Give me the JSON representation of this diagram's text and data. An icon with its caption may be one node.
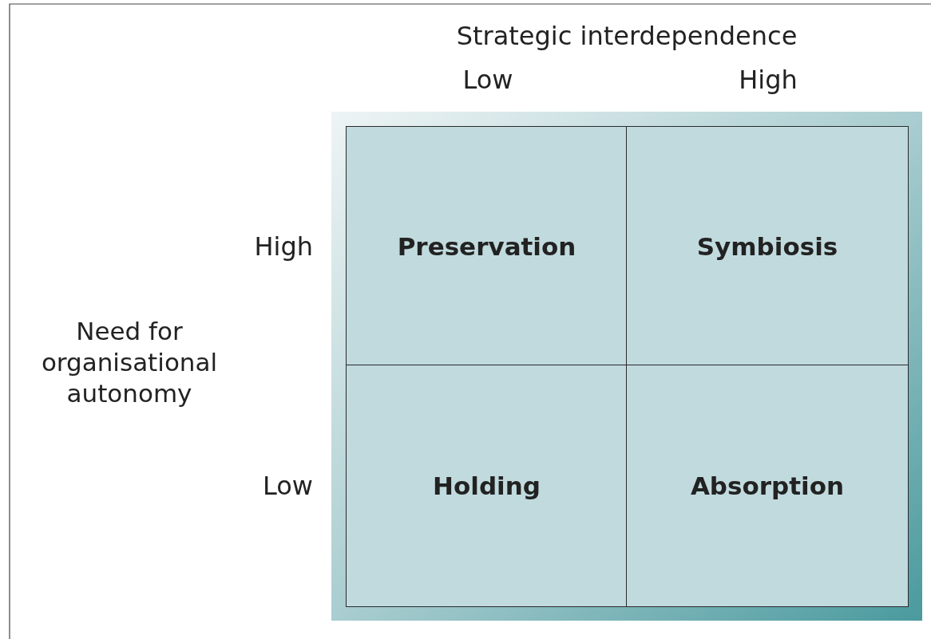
{
  "diagram": {
    "nodes": [
      {
        "text": [
          "Preservation"
        ]
      },
      {
        "text": [
          "Symbiosis"
        ]
      },
      {
        "text": [
          "Holding"
        ]
      },
      {
        "text": [
          "Absorption"
        ]
      }
    ],
    "edges": [],
    "labels": [
      "Strategic interdependence",
      "Low",
      "High",
      "High",
      "Need for organisational autonomy",
      "Low"
    ]
  }
}
